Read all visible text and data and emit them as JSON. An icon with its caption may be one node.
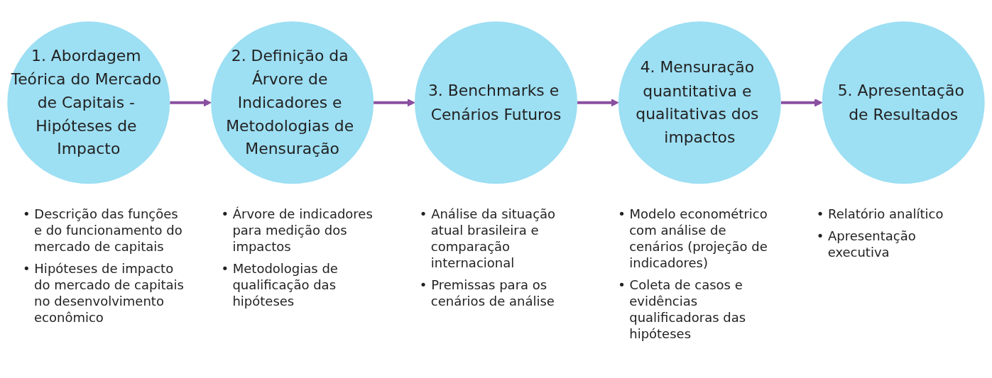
{
  "diagram": {
    "nodes": [
      {
        "text": [
          "1. Abordagem Teórica do Mercado de Capitais - Hipóteses de Impacto"
        ],
        "beside": [
          "• Descrição das funções e do funcionamento do mercado de capitais",
          "• Hipóteses de impacto do mercado de capitais no desenvolvimento econômico"
        ]
      },
      {
        "text": [
          "2. Definição da Árvore de Indicadores e Metodologias de Mensuração"
        ],
        "beside": [
          "• Árvore de indicadores para medição dos impactos",
          "• Metodologias de qualificação das hipóteses"
        ]
      },
      {
        "text": [
          "3. Benchmarks e Cenários Futuros"
        ],
        "beside": [
          "• Análise da situação atual brasileira e comparação internacional",
          "• Premissas para os cenários de análise"
        ]
      },
      {
        "text": [
          "4. Mensuração quantitativa e qualitativas dos impactos"
        ],
        "beside": [
          "• Modelo econométrico com análise de cenários (projeção de indicadores)",
          "• Coleta de casos e evidências qualificadoras das hipóteses"
        ]
      },
      {
        "text": [
          "5. Apresentação de Resultados"
        ],
        "beside": [
          "• Relatório analítico",
          "• Apresentação executiva"
        ]
      }
    ],
    "edges": [
      {
        "from": 0,
        "to": 1,
        "arrow": "to"
      },
      {
        "from": 1,
        "to": 2,
        "arrow": "to"
      },
      {
        "from": 2,
        "to": 3,
        "arrow": "to"
      },
      {
        "from": 3,
        "to": 4,
        "arrow": "to"
      }
    ]
  }
}
